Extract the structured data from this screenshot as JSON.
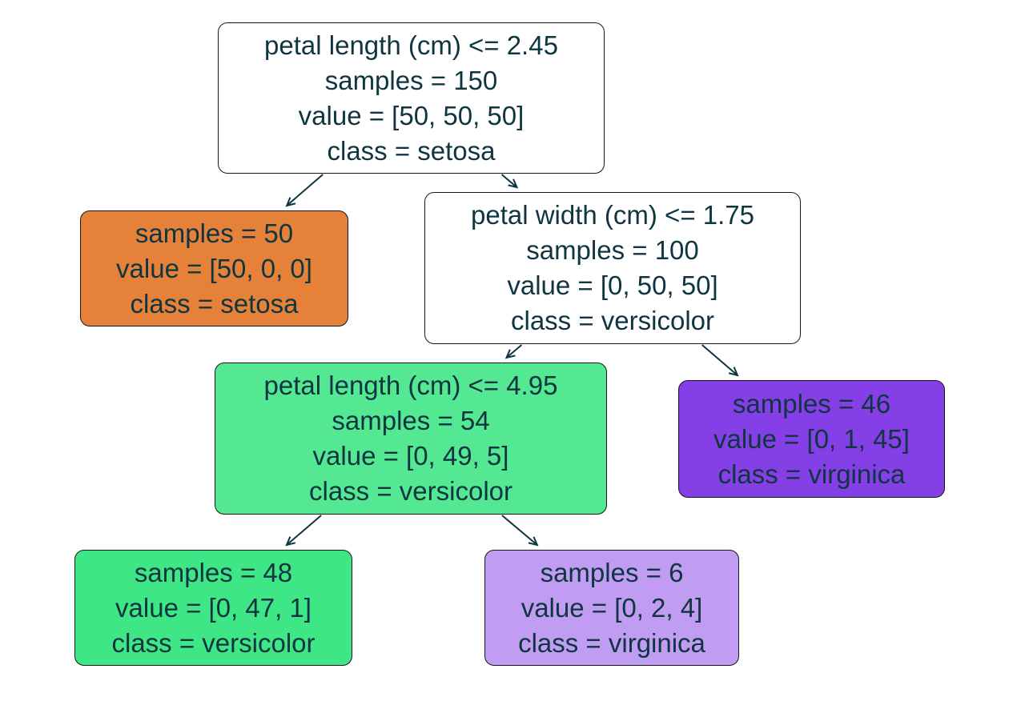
{
  "colors": {
    "background": "#ffffff",
    "text": "#0f3540",
    "edge_line": "#0f3540",
    "node_border": "#15181a"
  },
  "tree": {
    "type": "decision-tree",
    "nodes": [
      {
        "id": "root",
        "fill": "#ffffff",
        "lines": [
          "petal length (cm) <= 2.45",
          "samples = 150",
          "value = [50, 50, 50]",
          "class = setosa"
        ]
      },
      {
        "id": "leaf-setosa",
        "fill": "#e58139",
        "lines": [
          "samples = 50",
          "value = [50, 0, 0]",
          "class = setosa"
        ]
      },
      {
        "id": "split-petal-width",
        "fill": "#ffffff",
        "lines": [
          "petal width (cm) <= 1.75",
          "samples = 100",
          "value = [0, 50, 50]",
          "class = versicolor"
        ]
      },
      {
        "id": "split-petal-length-2",
        "fill": "#54e892",
        "lines": [
          "petal length (cm) <= 4.95",
          "samples = 54",
          "value = [0, 49, 5]",
          "class = versicolor"
        ]
      },
      {
        "id": "leaf-virginica",
        "fill": "#853fe6",
        "lines": [
          "samples = 46",
          "value = [0, 1, 45]",
          "class = virginica"
        ]
      },
      {
        "id": "leaf-versicolor",
        "fill": "#3fe685",
        "lines": [
          "samples = 48",
          "value = [0, 47, 1]",
          "class = versicolor"
        ]
      },
      {
        "id": "leaf-virginica-small",
        "fill": "#c09cf2",
        "lines": [
          "samples = 6",
          "value = [0, 2, 4]",
          "class = virginica"
        ]
      }
    ],
    "edges": [
      {
        "from": "root",
        "to": "leaf-setosa"
      },
      {
        "from": "root",
        "to": "split-petal-width"
      },
      {
        "from": "split-petal-width",
        "to": "split-petal-length-2"
      },
      {
        "from": "split-petal-width",
        "to": "leaf-virginica"
      },
      {
        "from": "split-petal-length-2",
        "to": "leaf-versicolor"
      },
      {
        "from": "split-petal-length-2",
        "to": "leaf-virginica-small"
      }
    ]
  }
}
